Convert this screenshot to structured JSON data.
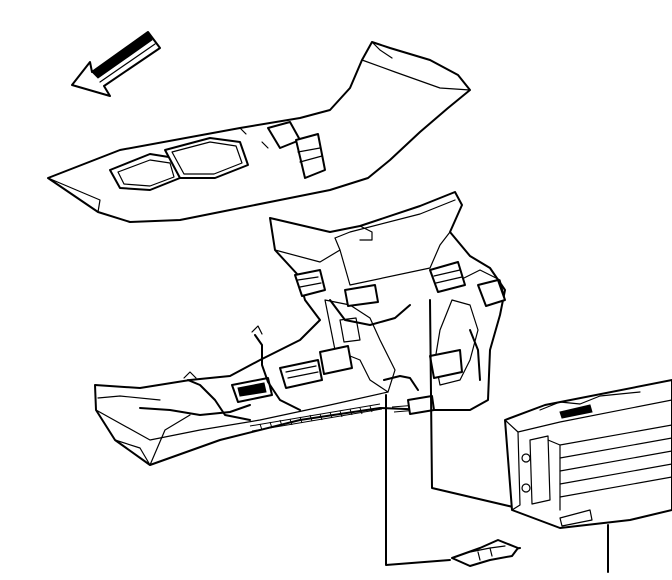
{
  "diagram": {
    "type": "exploded-view line illustration",
    "colors": {
      "line": "#000000",
      "background": "#ffffff"
    },
    "components": [
      {
        "id": "direction-arrow",
        "icon": "forward-arrow-icon"
      },
      {
        "id": "console-trim-panel"
      },
      {
        "id": "floor-console-base"
      },
      {
        "id": "wiring-harness"
      },
      {
        "id": "electronic-module"
      },
      {
        "id": "connector-assembly"
      }
    ]
  }
}
